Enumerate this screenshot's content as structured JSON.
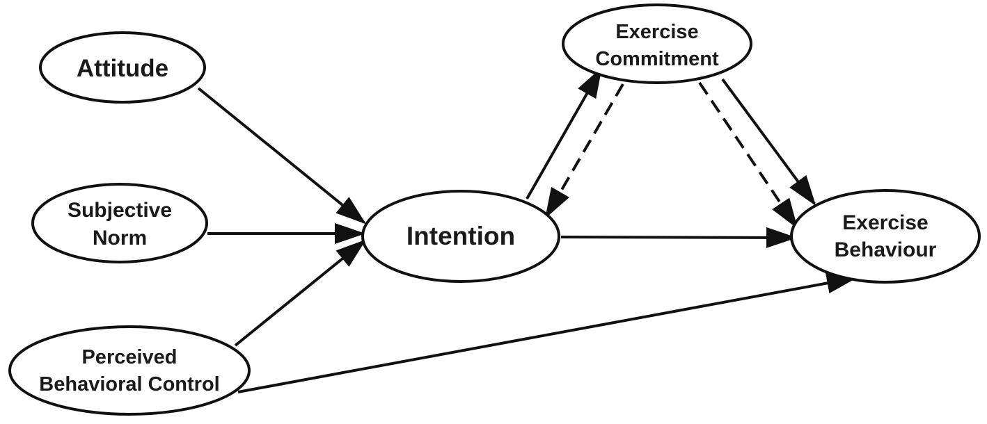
{
  "nodes": {
    "attitude": [
      "Attitude"
    ],
    "subjective_norm": [
      "Subjective",
      "Norm"
    ],
    "pbc": [
      "Perceived",
      "Behavioral Control"
    ],
    "intention": [
      "Intention"
    ],
    "commitment": [
      "Exercise",
      "Commitment"
    ],
    "behaviour": [
      "Exercise",
      "Behaviour"
    ]
  },
  "edges": [
    {
      "from": "attitude",
      "to": "intention",
      "style": "solid"
    },
    {
      "from": "subjective_norm",
      "to": "intention",
      "style": "solid"
    },
    {
      "from": "pbc",
      "to": "intention",
      "style": "solid"
    },
    {
      "from": "pbc",
      "to": "behaviour",
      "style": "solid"
    },
    {
      "from": "intention",
      "to": "behaviour",
      "style": "solid"
    },
    {
      "from": "intention",
      "to": "commitment",
      "style": "solid"
    },
    {
      "from": "commitment",
      "to": "intention",
      "style": "dashed"
    },
    {
      "from": "commitment",
      "to": "behaviour",
      "style": "solid"
    },
    {
      "from": "commitment",
      "to": "behaviour",
      "style": "dashed"
    }
  ],
  "colors": {
    "stroke": "#111111",
    "text": "#1a1a1a",
    "background": "#ffffff"
  }
}
